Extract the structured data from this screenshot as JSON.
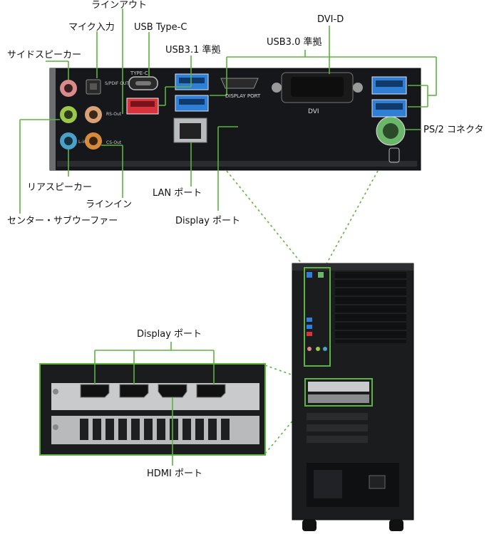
{
  "io_panel": {
    "callouts": {
      "line_out": "ラインアウト",
      "mic_in": "マイク入力",
      "usb_type_c": "USB Type-C",
      "dvi_d": "DVI-D",
      "usb30": "USB3.0 準拠",
      "usb31": "USB3.1 準拠",
      "side_speaker": "サイドスピーカー",
      "ps2": "PS/2 コネクタ",
      "rear_speaker": "リアスピーカー",
      "lan": "LAN ポート",
      "line_in": "ラインイン",
      "display_port": "Display ポート",
      "center_sub": "センター・サブウーファー"
    },
    "printed": {
      "dvi": "DVI",
      "display_port_text": "DISPLAY PORT",
      "spdif": "S/PDIF OUT",
      "type_c": "TYPE-C",
      "rs_out": "RS-Out",
      "cs_out": "CS-Out",
      "l_in": "L-in"
    }
  },
  "gpu_panel": {
    "display_port_label": "Display ポート",
    "hdmi_label": "HDMI ポート"
  },
  "colors": {
    "accent_green": "#5db33f",
    "usb_blue": "#2f7fd6",
    "usb_red": "#d8323c",
    "audio_pink": "#d98b8b",
    "audio_green": "#9bc74a",
    "audio_blue": "#4aa0c9",
    "audio_orange": "#d88a3c",
    "ps2_green": "#6cb66c",
    "panel_dark": "#15171a"
  }
}
